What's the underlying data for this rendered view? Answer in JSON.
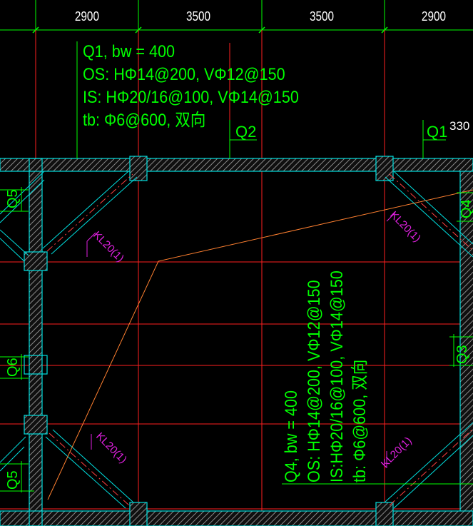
{
  "colors": {
    "background": "#000000",
    "axis": "#ff2020",
    "wall": "#00e0e0",
    "annotation": "#00ff00",
    "beam_label": "#e020e0",
    "beam_center": "#ff4040",
    "leader": "#ff8030",
    "dimension_text": "#ffffff"
  },
  "dimensions": [
    "2900",
    "3500",
    "3500",
    "2900"
  ],
  "corner_dim": "330",
  "wall_tags": {
    "q1": "Q1",
    "q2": "Q2",
    "q3": "Q3",
    "q4": "Q4",
    "q5_top": "Q5",
    "q5_bottom": "Q5",
    "q6": "Q6"
  },
  "beam_tags": {
    "top_left": "KL20(1)",
    "top_right": "KL20(1)",
    "bottom_left": "KL20(1)",
    "bottom_right": "KL20(1)"
  },
  "note_q1": {
    "line1": "Q1, bw = 400",
    "line2": "OS: HΦ14@200, VΦ12@150",
    "line3": "IS: HΦ20/16@100, VΦ14@150",
    "line4": "tb: Φ6@600, 双向"
  },
  "note_q4": {
    "line1": "Q4, bw = 400",
    "line2": "OS: HΦ14@200, VΦ12@150",
    "line3": "IS:HΦ20/16@100, VΦ14@150",
    "line4": "tb: Φ6@600, 双向"
  }
}
